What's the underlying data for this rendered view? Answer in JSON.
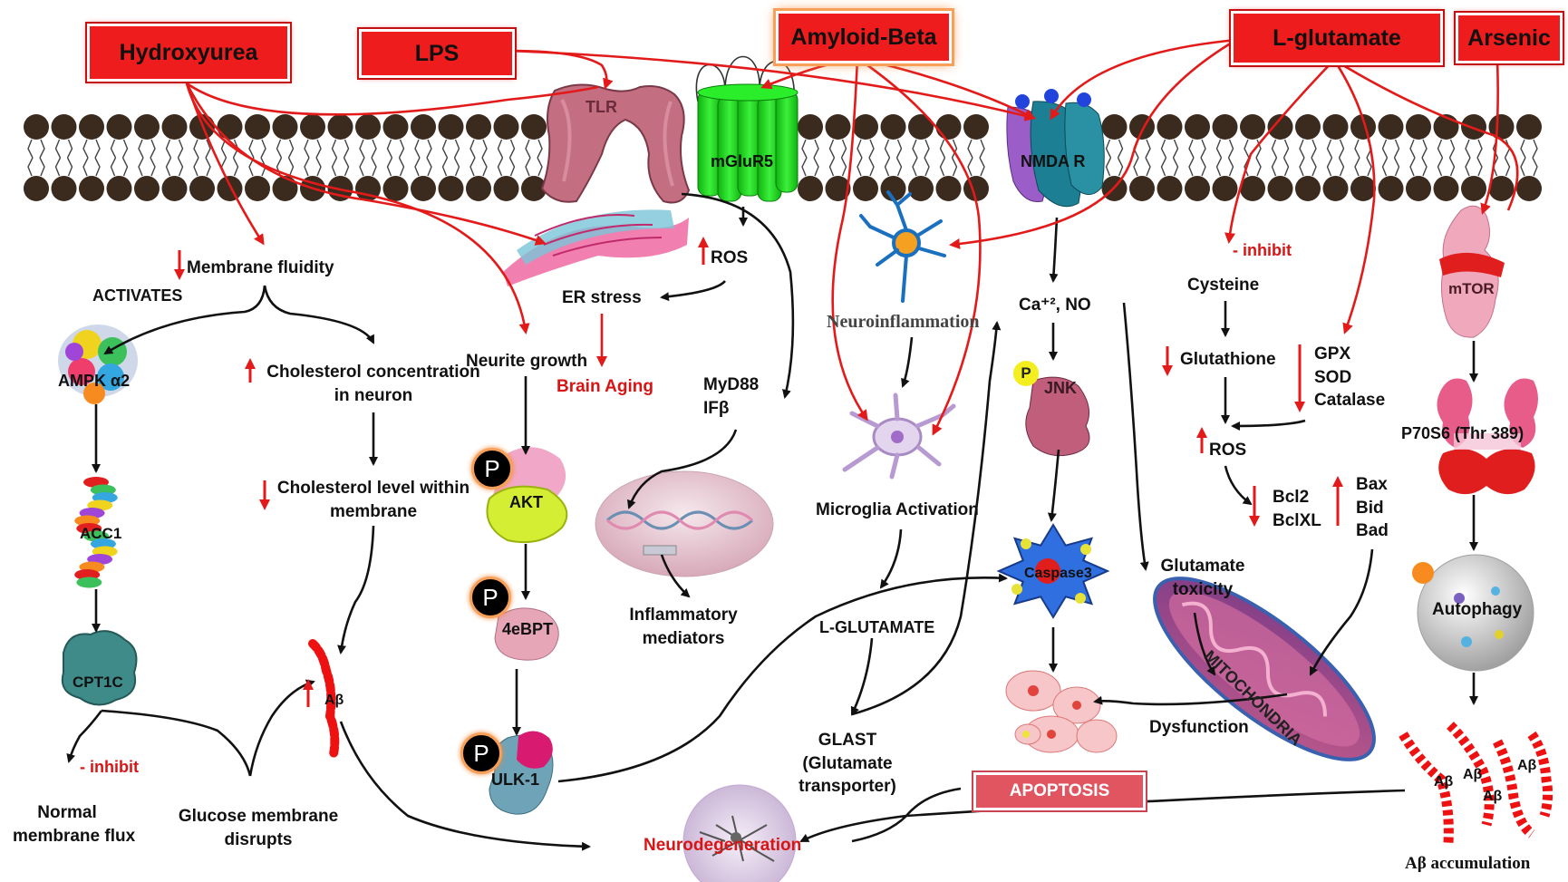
{
  "triggers": {
    "hydroxyurea": "Hydroxyurea",
    "lps": "LPS",
    "amyloid_beta": "Amyloid-Beta",
    "l_glutamate": "L-glutamate",
    "arsenic": "Arsenic"
  },
  "receptors": {
    "tlr": "TLR",
    "mglur5": "mGluR5",
    "nmda": "NMDA R"
  },
  "labels": {
    "membrane_fluidity": "Membrane fluidity",
    "activates": "ACTIVATES",
    "ampk": "AMPK α2",
    "acc1": "ACC1",
    "cpt1c": "CPT1C",
    "inhibit_left": "- inhibit",
    "normal_flux_1": "Normal",
    "normal_flux_2": "membrane flux",
    "glucose_1": "Glucose membrane",
    "glucose_2": "disrupts",
    "chol_conc_1": "Cholesterol concentration",
    "chol_conc_2": "in neuron",
    "chol_level_1": "Cholesterol level within",
    "chol_level_2": "membrane",
    "abeta_small": "Aβ",
    "neurite_growth": "Neurite growth",
    "akt": "AKT",
    "ebpt": "4eBPT",
    "ulk1": "ULK-1",
    "p": "P",
    "ros_top": "ROS",
    "er_stress": "ER stress",
    "brain_aging": "Brain Aging",
    "myd88": "MyD88",
    "ifb": "IFβ",
    "inflam_1": "Inflammatory",
    "inflam_2": "mediators",
    "neuroinflammation": "Neuroinflammation",
    "microglia": "Microglia Activation",
    "l_glutamate_mid": "L-GLUTAMATE",
    "glast_1": "GLAST",
    "glast_2": "(Glutamate",
    "glast_3": "transporter)",
    "ca_no": "Ca⁺², NO",
    "jnk": "JNK",
    "caspase3": "Caspase3",
    "apoptosis": "APOPTOSIS",
    "neurodegeneration": "Neurodegeneration",
    "glutamate_tox_1": "Glutamate",
    "glutamate_tox_2": "toxicity",
    "mitochondria": "MITOCHONDRIA",
    "dysfunction": "Dysfunction",
    "inhibit_right": "- inhibit",
    "cysteine": "Cysteine",
    "glutathione": "Glutathione",
    "gpx": "GPX",
    "sod": "SOD",
    "catalase": "Catalase",
    "ros_right": "ROS",
    "bcl2": "Bcl2",
    "bclxl": "BclXL",
    "bax": "Bax",
    "bid": "Bid",
    "bad": "Bad",
    "mtor": "mTOR",
    "p70s6": "P70S6 (Thr 389)",
    "autophagy": "Autophagy",
    "abeta_accum": "Aβ accumulation",
    "ab": "Aβ",
    "up_arrow": "↑",
    "down_arrow": "↓"
  },
  "colors": {
    "trigger_red": "#ee1c1c",
    "arrow_red": "#e31a1a",
    "arrow_black": "#111111",
    "membrane_head": "#3b2a1e",
    "mglur5_green": "#22e022",
    "nmda_teal": "#1c7f93",
    "apoptosis_box": "#e05560"
  }
}
